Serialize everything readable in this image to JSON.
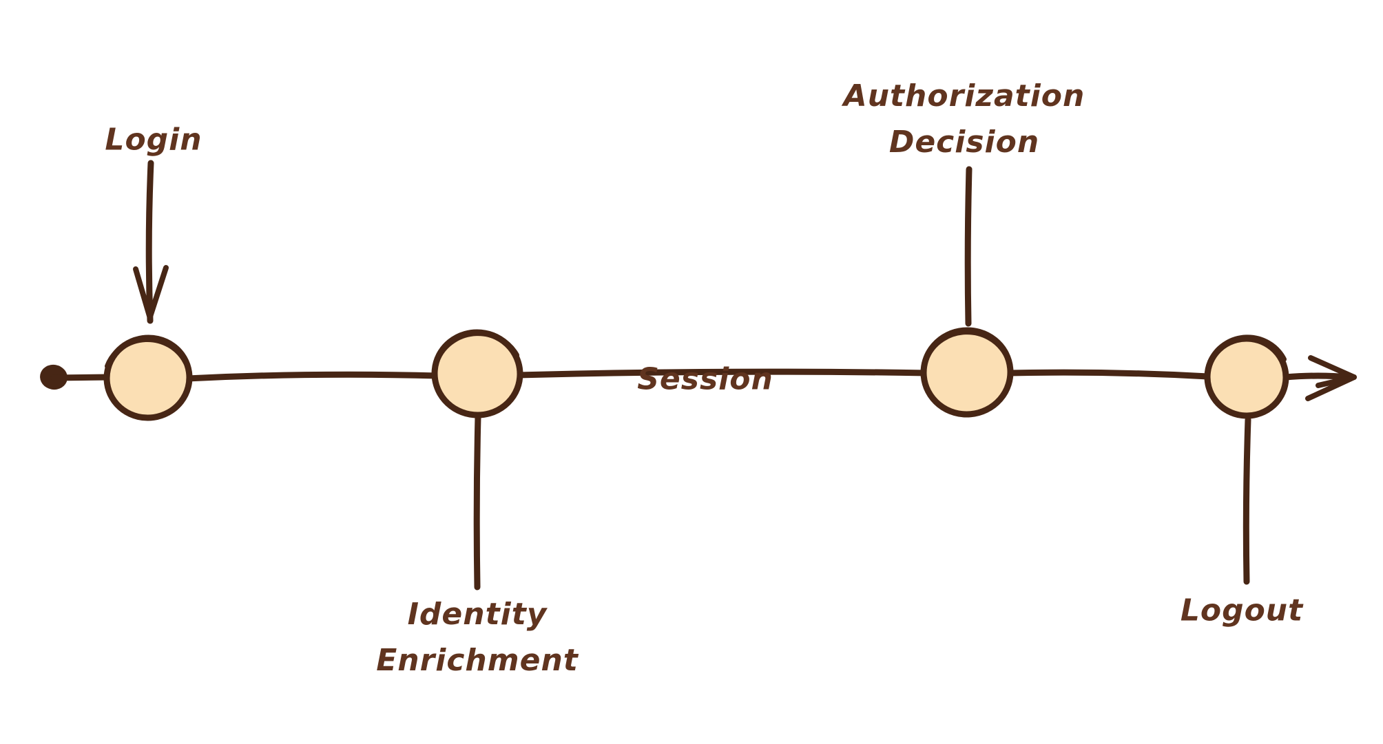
{
  "theme": {
    "background": "#ffffff",
    "stroke": "#472615",
    "text": "#60341f",
    "node_fill": "#fbdfb4"
  },
  "diagram": {
    "type": "hand-drawn session lifecycle timeline",
    "node_labels": {
      "login": "Login",
      "identity_enrichment": {
        "line1": "Identity",
        "line2": "Enrichment"
      },
      "authorization_decision": {
        "line1": "Authorization",
        "line2": "Decision"
      },
      "logout": "Logout"
    },
    "edge_labels": {
      "session": "Session"
    },
    "nodes": [
      {
        "id": "start",
        "shape": "filled-dot"
      },
      {
        "id": "login-event",
        "shape": "circle",
        "label": "Login"
      },
      {
        "id": "identity-enrichment-event",
        "shape": "circle",
        "label": "Identity Enrichment"
      },
      {
        "id": "authorization-decision-event",
        "shape": "circle",
        "label": "Authorization Decision"
      },
      {
        "id": "logout-event",
        "shape": "circle",
        "label": "Logout"
      },
      {
        "id": "end",
        "shape": "arrow-right"
      }
    ]
  }
}
